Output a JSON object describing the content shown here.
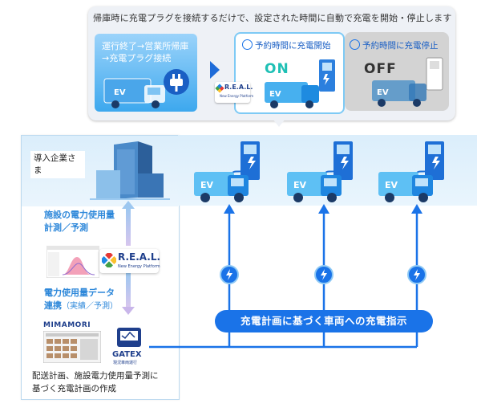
{
  "callout": {
    "text": "帰庫時に充電プラグを接続するだけで、設定された時間に自動で充電を開始・停止します",
    "left_card": {
      "line1": "運行終了→営業所帰庫",
      "line2": "→充電プラグ接続"
    },
    "on_card": {
      "label": "予約時間に充電開始",
      "state": "ON"
    },
    "off_card": {
      "label": "予約時間に充電停止",
      "state": "OFF"
    },
    "real_logo": {
      "name": "R.E.A.L.",
      "tagline": "New Energy Platform"
    }
  },
  "left_panel": {
    "company": "導入企業さま",
    "heading1": {
      "line1": "施設の電力使用量",
      "line2": "計測／予測"
    },
    "real_logo": {
      "name": "R.E.A.L.",
      "tagline": "New Energy Platform"
    },
    "heading2": {
      "line1": "電力使用量データ",
      "line2": "連携",
      "sub": "（実績／予測）"
    },
    "mimamori_logo": "MIMAMORI",
    "gatex_logo": {
      "name": "GATEX",
      "sub": "現況車両運行"
    },
    "bottom_note": {
      "line1": "配送計画、施設電力使用量予測に",
      "line2": "基づく充電計画の作成"
    }
  },
  "instruction": "充電計画に基づく車両への充電指示",
  "vehicle_label": "EV",
  "colors": {
    "accent_blue": "#1a73e8",
    "heading_blue": "#2e88da",
    "on_teal": "#1fc0b5",
    "panel_light": "#dbeefb"
  }
}
